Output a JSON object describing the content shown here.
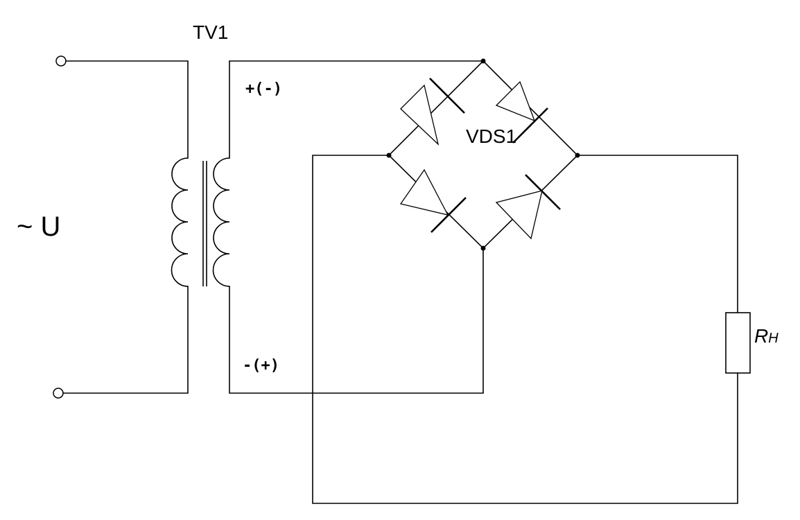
{
  "labels": {
    "source": "~ U",
    "transformer": "TV1",
    "bridge": "VDS1",
    "load_main": "R",
    "load_sub": "Н",
    "top_polarity": "+(-)",
    "bottom_polarity": "-(+)"
  },
  "components": {
    "source_terminals": [
      "input-terminal-top",
      "input-terminal-bottom"
    ],
    "transformer": {
      "type": "transformer",
      "primary_turns": 4,
      "secondary_turns": 4
    },
    "bridge": {
      "type": "diode-bridge",
      "diodes": 4
    },
    "load": {
      "type": "resistor"
    }
  }
}
